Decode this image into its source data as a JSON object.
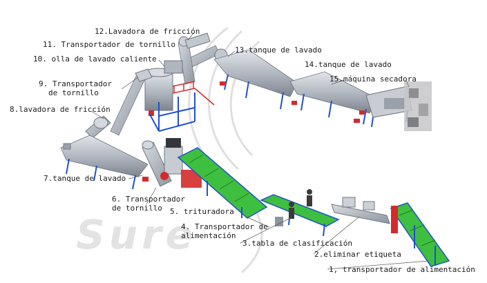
{
  "labels": {
    "l12": "12.Lavadora de fricción",
    "l11": "11. Transportador de tornillo",
    "l10": "10. olla de lavado caliente",
    "l9a": "9. Transportador",
    "l9b": "de tornillo",
    "l8": "8.lavadora de fricción",
    "l7": "7.tanque de lavado",
    "l6a": "6. Transportador",
    "l6b": "de tornillo",
    "l5": "5. trituradora",
    "l4a": "4. Transportador de",
    "l4b": "alimentación",
    "l3": "3.tabla de clasificación",
    "l2": "2.eliminar etiqueta",
    "l1": "1, transportador de alimentación",
    "l13": "13.tanque de lavado",
    "l14": "14.tanque de lavado",
    "l15": "15.máquina secadora"
  },
  "watermark": "Sure",
  "colors": {
    "frame_blue": "#1f4fd1",
    "machine_grey": "#b9bec6",
    "belt_green": "#3fbf3f",
    "accent_red": "#d42a2a"
  }
}
